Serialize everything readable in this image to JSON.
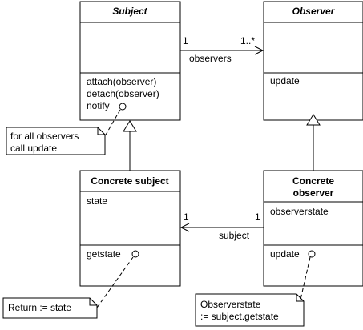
{
  "classes": {
    "subject": {
      "name": "Subject",
      "operations": [
        "attach(observer)",
        "detach(observer)",
        "notify"
      ]
    },
    "observer": {
      "name": "Observer",
      "operations": [
        "update"
      ]
    },
    "concrete_subject": {
      "name": "Concrete subject",
      "attributes": [
        "state"
      ],
      "operations": [
        "getstate"
      ]
    },
    "concrete_observer": {
      "name_line1": "Concrete",
      "name_line2": "observer",
      "attributes": [
        "observerstate"
      ],
      "operations": [
        "update"
      ]
    }
  },
  "associations": {
    "top": {
      "left_mult": "1",
      "right_mult": "1..*",
      "role": "observers"
    },
    "bottom": {
      "left_mult": "1",
      "right_mult": "1",
      "role": "subject"
    }
  },
  "notes": {
    "notify_note": [
      "for all observers",
      "call update"
    ],
    "getstate_note": [
      "Return  := state"
    ],
    "update_note": [
      "Observerstate",
      ":= subject.getstate"
    ]
  }
}
